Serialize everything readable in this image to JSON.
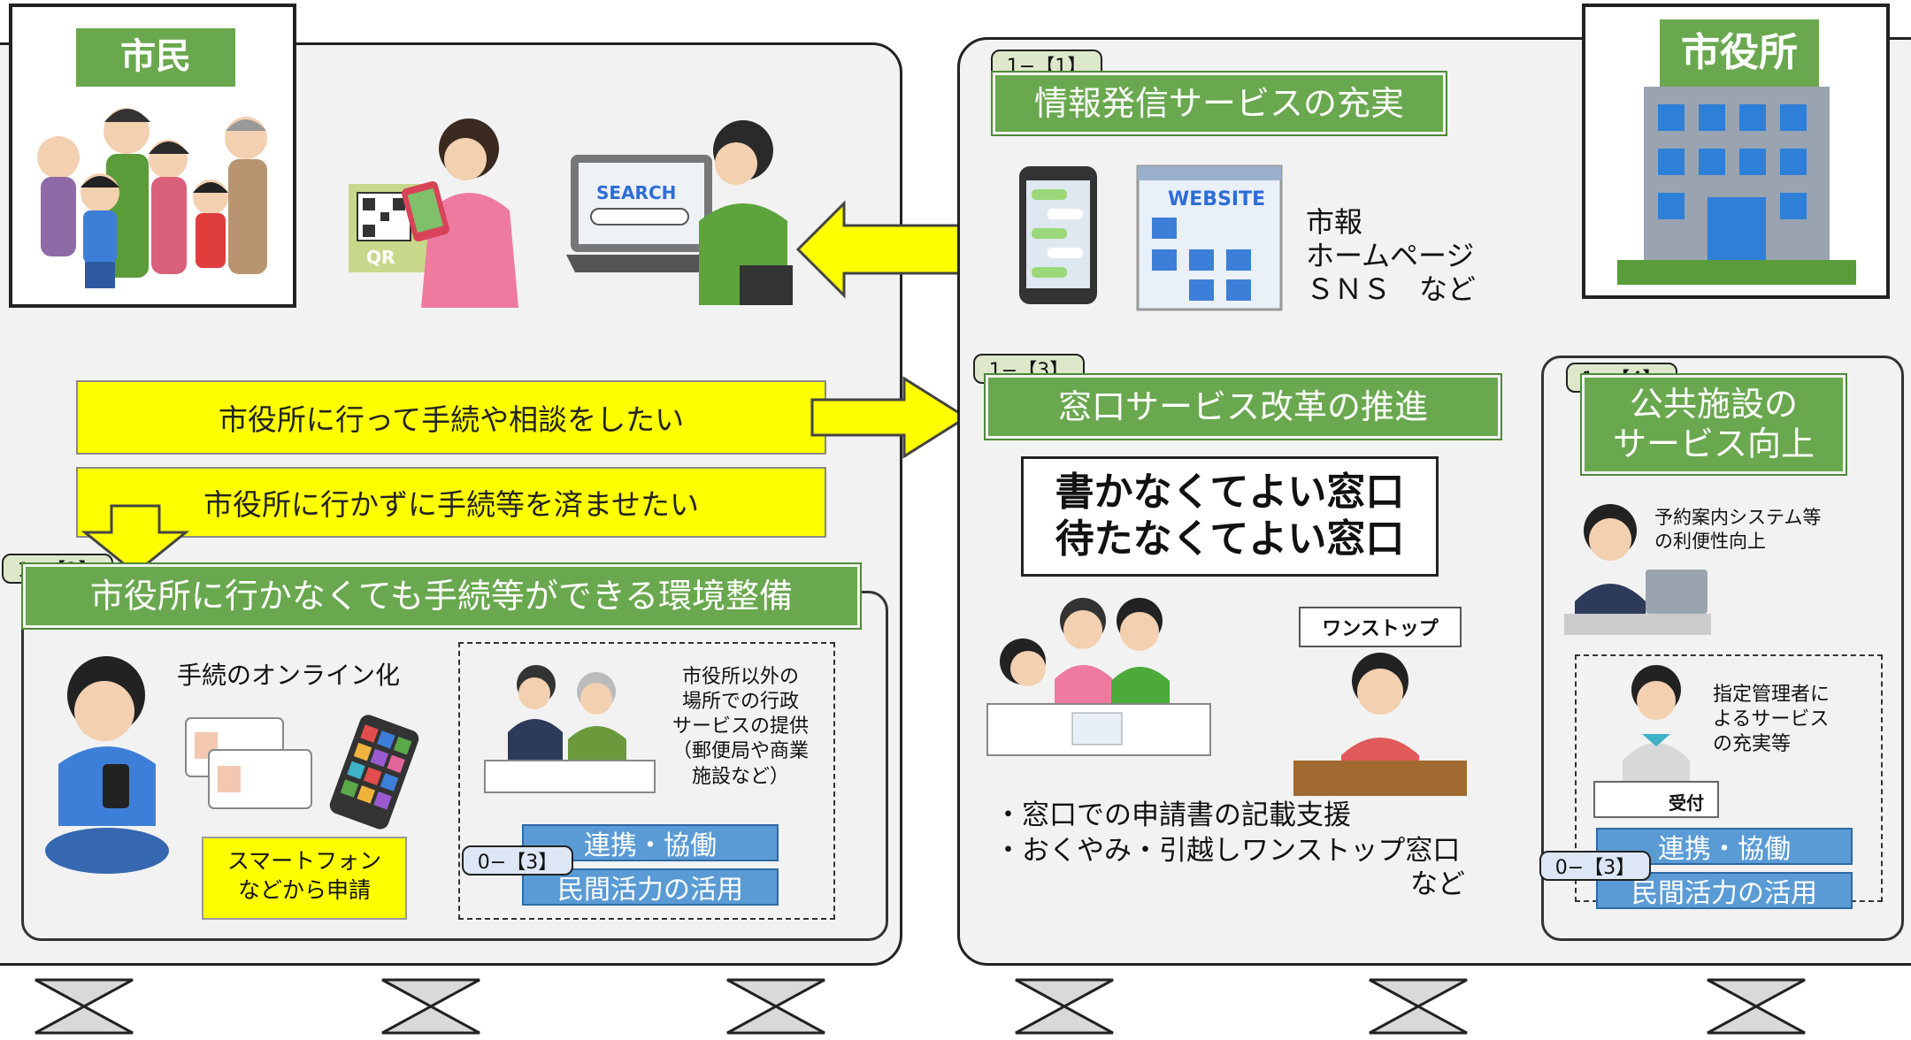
{
  "citizen": {
    "title": "市民"
  },
  "city_hall": {
    "title": "市役所"
  },
  "sections": {
    "info": {
      "tag": "1−【1】",
      "title": "情報発信サービスの充実",
      "channels": [
        "市報",
        "ホームページ",
        "ＳＮＳ　など"
      ],
      "qr_label": "QR",
      "search_label": "SEARCH",
      "website_label": "WEBSITE"
    },
    "online": {
      "tag": "1−【2】",
      "title": "市役所に行かなくても手続等ができる環境整備",
      "online_label": "手続のオンライン化",
      "smartphone_note": "スマートフォン\nなどから申請",
      "outside_note": "市役所以外の\n場所での行政\nサービスの提供\n（郵便局や商業\n施設など）",
      "coop_label": "連携・協働",
      "private_label": "民間活力の活用",
      "sub_tag": "0−【3】"
    },
    "counter": {
      "tag": "1−【3】",
      "title": "窓口サービス改革の推進",
      "slogan_1": "書かなくてよい窓口",
      "slogan_2": "待たなくてよい窓口",
      "bullet_1": "・窓口での申請書の記載支援",
      "bullet_2": "・おくやみ・引越しワンストップ窓口",
      "bullet_suffix": "など",
      "onestop_sign": "ワンストップ"
    },
    "facility": {
      "tag": "1−【4】",
      "title_1": "公共施設の",
      "title_2": "サービス向上",
      "reservation_note": "予約案内システム等\nの利便性向上",
      "manager_note": "指定管理者に\nよるサービス\nの充実等",
      "reception_sign": "受付",
      "coop_label": "連携・協働",
      "private_label": "民間活力の活用",
      "sub_tag": "0−【3】"
    }
  },
  "requests": {
    "visit": "市役所に行って手続や相談をしたい",
    "no_visit": "市役所に行かずに手続等を済ませたい"
  },
  "colors": {
    "green": "#6aa84f",
    "yellow": "#ffff00",
    "blue": "#5b9bd5",
    "panel": "#f2f2f2"
  }
}
